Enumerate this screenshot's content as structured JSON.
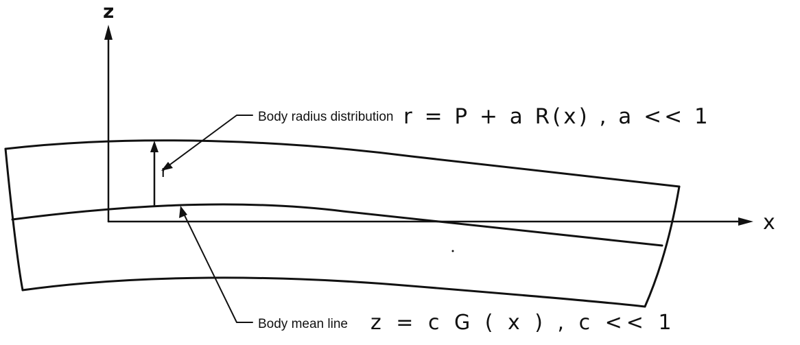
{
  "axes": {
    "vertical_label": "z",
    "horizontal_label": "x"
  },
  "labels": {
    "radius_symbol": "r",
    "body_radius_text": "Body radius distribution",
    "body_radius_equation": "r = P + a R(x) , a << 1",
    "mean_line_text": "Body mean line",
    "mean_line_equation": "z = c G ( x ) , c << 1"
  }
}
